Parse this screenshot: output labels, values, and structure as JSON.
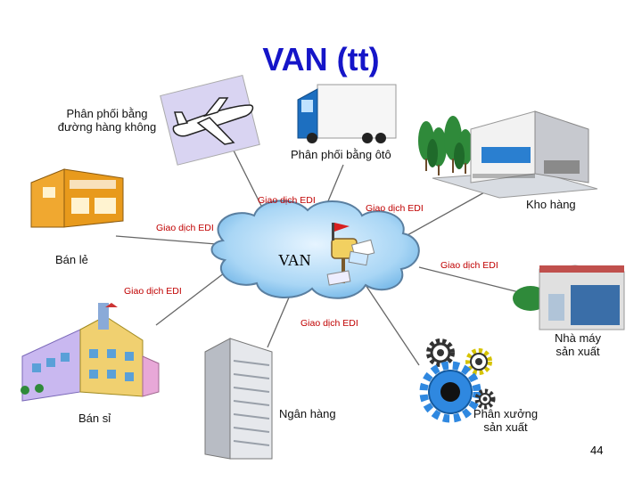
{
  "title": "VAN (tt)",
  "hub_label": "VAN",
  "nodes": {
    "air": [
      "Phân phối bằng",
      "đường hàng không"
    ],
    "truck": "Phân phối bằng ôtô",
    "warehouse": "Kho hàng",
    "retail": "Bán lẻ",
    "factory": [
      "Nhà máy",
      "sản xuất"
    ],
    "workshop": [
      "Phân xưởng",
      "sản xuất"
    ],
    "bank": "Ngân hàng",
    "wholesale": "Bán sỉ"
  },
  "edi_label": "Giao dịch EDI",
  "page_number": "44",
  "colors": {
    "title": "#1515c8",
    "edi_text": "#c00000",
    "cloud": "#8ec8f0",
    "shop_orange": "#e8a020"
  },
  "icons": [
    "airplane",
    "truck",
    "warehouse",
    "trees",
    "retail-store",
    "mailbox",
    "factory",
    "department-store",
    "office-tower",
    "gears"
  ]
}
